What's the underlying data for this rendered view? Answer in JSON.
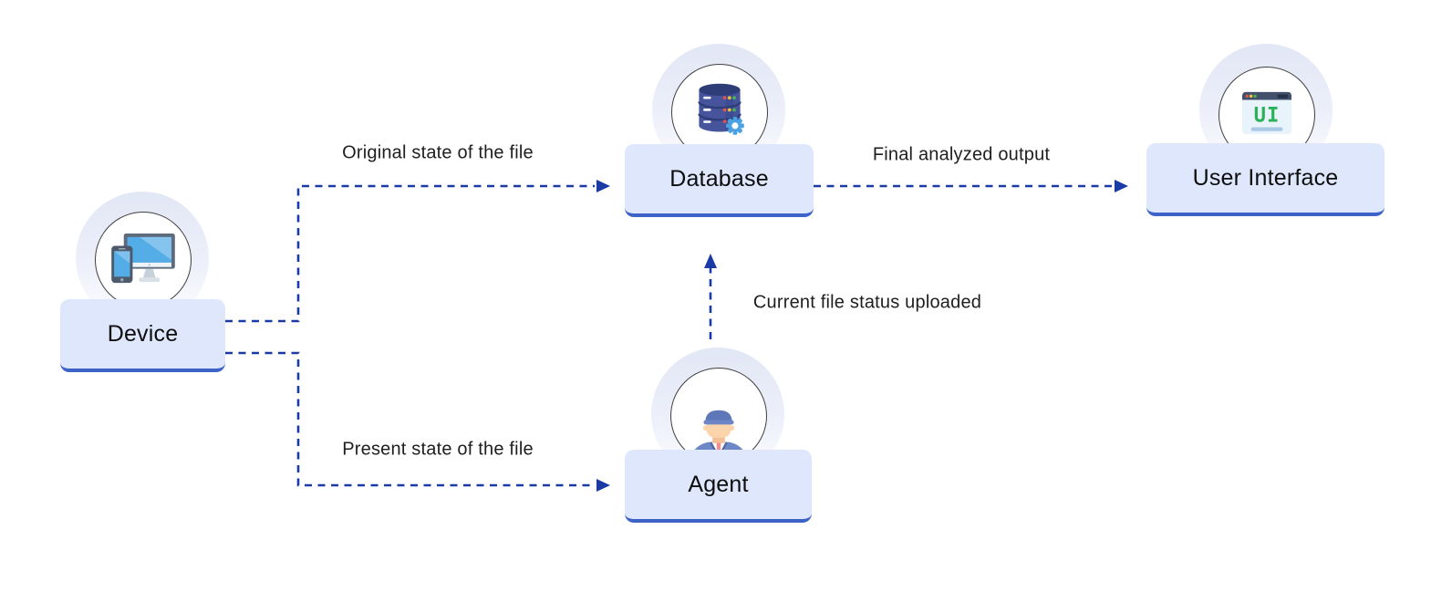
{
  "nodes": {
    "device": {
      "label": "Device",
      "icon": "desktop-and-phone-icon"
    },
    "database": {
      "label": "Database",
      "icon": "database-with-gear-icon"
    },
    "agent": {
      "label": "Agent",
      "icon": "agent-person-icon"
    },
    "user_interface": {
      "label": "User Interface",
      "icon": "browser-ui-icon",
      "icon_text": "UI"
    }
  },
  "edges": {
    "device_to_database": {
      "from": "device",
      "to": "database",
      "label": "Original state of the file"
    },
    "device_to_agent": {
      "from": "device",
      "to": "agent",
      "label": "Present state of the file"
    },
    "agent_to_database": {
      "from": "agent",
      "to": "database",
      "label": "Current file status uploaded"
    },
    "database_to_user_interface": {
      "from": "database",
      "to": "user_interface",
      "label": "Final analyzed output"
    }
  },
  "colors": {
    "background": "#ffffff",
    "node_fill": "#dee7fc",
    "node_bottom_edge": "#3d63c8",
    "connector_blue": "#1a3aa5",
    "circle_outline": "#3f3f3f",
    "halo_blue": "#e2e7f5",
    "icon_screen_blue": "#55ade7",
    "icon_navy": "#46549c",
    "ui_icon_green": "#2bb258"
  }
}
